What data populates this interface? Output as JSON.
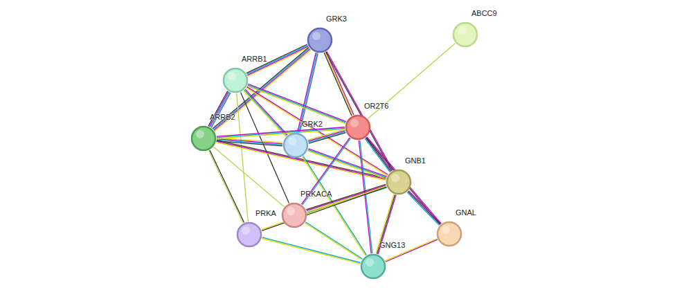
{
  "diagram": {
    "nodes": [
      {
        "text": [
          "GRK3"
        ]
      },
      {
        "text": [
          "ABCC9"
        ]
      },
      {
        "text": [
          "ARRB1"
        ]
      },
      {
        "text": [
          "OR2T6"
        ]
      },
      {
        "text": [
          "ARRB2"
        ]
      },
      {
        "text": [
          "GRK2"
        ]
      },
      {
        "text": [
          "GNB1"
        ]
      },
      {
        "text": [
          "PRKACA"
        ]
      },
      {
        "text": [
          "PRKA"
        ]
      },
      {
        "text": [
          "GNAL"
        ]
      },
      {
        "text": [
          "GNG13"
        ]
      }
    ],
    "edges": [
      {
        "from": 1,
        "to": 3,
        "arrow": "none"
      },
      {
        "from": 0,
        "to": 2,
        "arrow": "none"
      },
      {
        "from": 0,
        "to": 4,
        "arrow": "none"
      },
      {
        "from": 0,
        "to": 5,
        "arrow": "none"
      },
      {
        "from": 0,
        "to": 3,
        "arrow": "none"
      },
      {
        "from": 0,
        "to": 6,
        "arrow": "none"
      },
      {
        "from": 2,
        "to": 4,
        "arrow": "none"
      },
      {
        "from": 2,
        "to": 5,
        "arrow": "none"
      },
      {
        "from": 2,
        "to": 3,
        "arrow": "none"
      },
      {
        "from": 2,
        "to": 8,
        "arrow": "none"
      },
      {
        "from": 2,
        "to": 7,
        "arrow": "none"
      },
      {
        "from": 2,
        "to": 6,
        "arrow": "none"
      },
      {
        "from": 4,
        "to": 5,
        "arrow": "none"
      },
      {
        "from": 4,
        "to": 3,
        "arrow": "none"
      },
      {
        "from": 4,
        "to": 6,
        "arrow": "none"
      },
      {
        "from": 4,
        "to": 8,
        "arrow": "none"
      },
      {
        "from": 4,
        "to": 7,
        "arrow": "none"
      },
      {
        "from": 5,
        "to": 3,
        "arrow": "none"
      },
      {
        "from": 5,
        "to": 6,
        "arrow": "none"
      },
      {
        "from": 5,
        "to": 10,
        "arrow": "none"
      },
      {
        "from": 3,
        "to": 6,
        "arrow": "none"
      },
      {
        "from": 3,
        "to": 9,
        "arrow": "none"
      },
      {
        "from": 3,
        "to": 10,
        "arrow": "none"
      },
      {
        "from": 3,
        "to": 7,
        "arrow": "none"
      },
      {
        "from": 6,
        "to": 9,
        "arrow": "none"
      },
      {
        "from": 6,
        "to": 10,
        "arrow": "none"
      },
      {
        "from": 6,
        "to": 7,
        "arrow": "none"
      },
      {
        "from": 6,
        "to": 8,
        "arrow": "none"
      },
      {
        "from": 7,
        "to": 10,
        "arrow": "none"
      },
      {
        "from": 8,
        "to": 10,
        "arrow": "none"
      },
      {
        "from": 9,
        "to": 10,
        "arrow": "none"
      }
    ]
  }
}
